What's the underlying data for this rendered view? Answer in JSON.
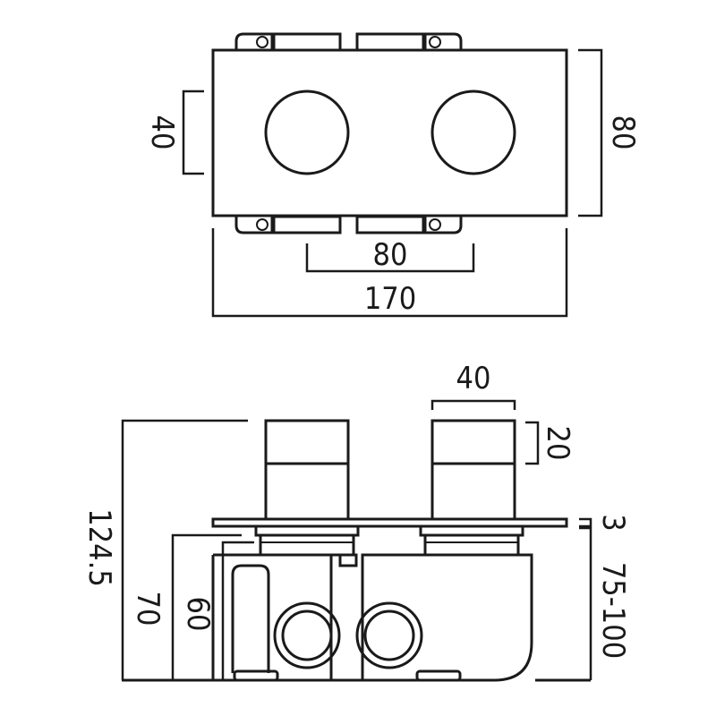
{
  "top_view": {
    "dim_plate_height": "80",
    "dim_valve_spacing": "80",
    "dim_plate_width": "170",
    "dim_knob_diameter": "40"
  },
  "side_view": {
    "dim_handle_width": "40",
    "dim_handle_height": "20",
    "dim_plate_thickness": "3",
    "dim_wall_depth": "75-100",
    "dim_body_depth_a": "60",
    "dim_body_depth_b": "70",
    "dim_total_depth": "124.5"
  },
  "colors": {
    "line": "#1a1a1a",
    "background": "#ffffff"
  }
}
